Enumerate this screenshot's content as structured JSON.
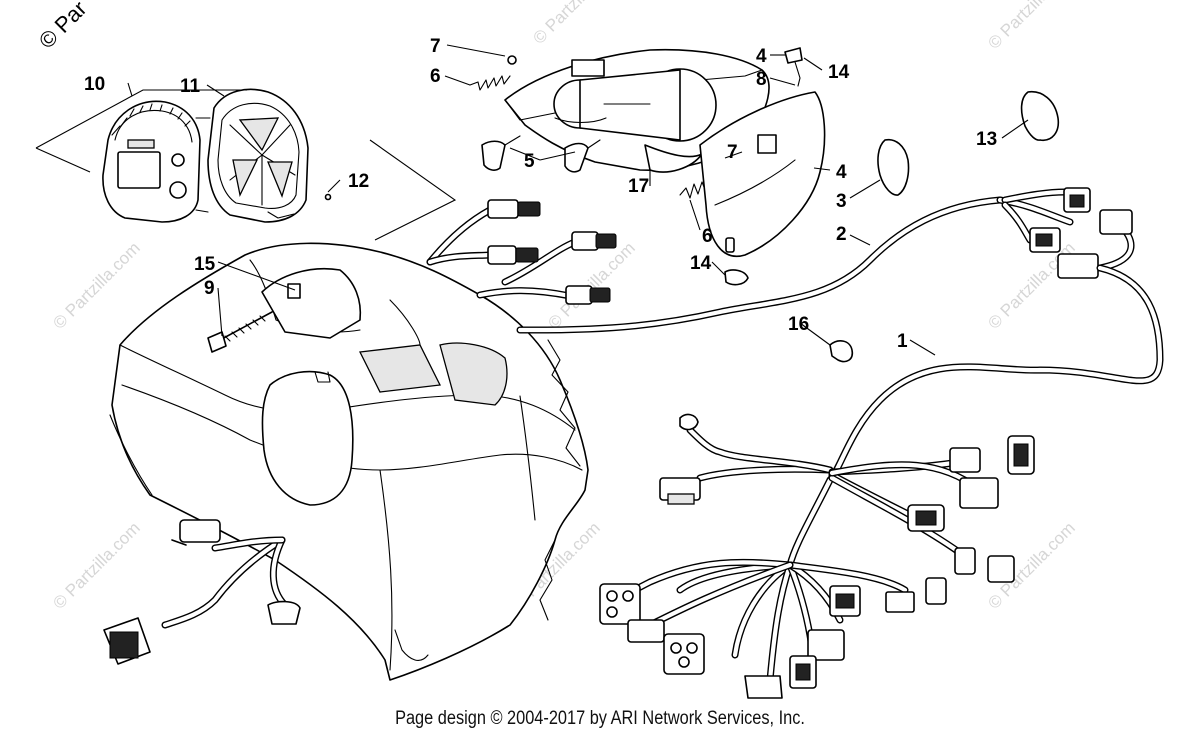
{
  "corner_watermark": "© Par",
  "watermark_text": "© Partzilla.com",
  "callouts": {
    "c1": "1",
    "c2": "2",
    "c3": "3",
    "c4a": "4",
    "c4b": "4",
    "c5": "5",
    "c6a": "6",
    "c6b": "6",
    "c7a": "7",
    "c7b": "7",
    "c8": "8",
    "c9": "9",
    "c10": "10",
    "c11": "11",
    "c12": "12",
    "c13": "13",
    "c14a": "14",
    "c14b": "14",
    "c15": "15",
    "c16": "16",
    "c17": "17"
  },
  "footer": "Page design © 2004-2017 by ARI Network Services, Inc."
}
